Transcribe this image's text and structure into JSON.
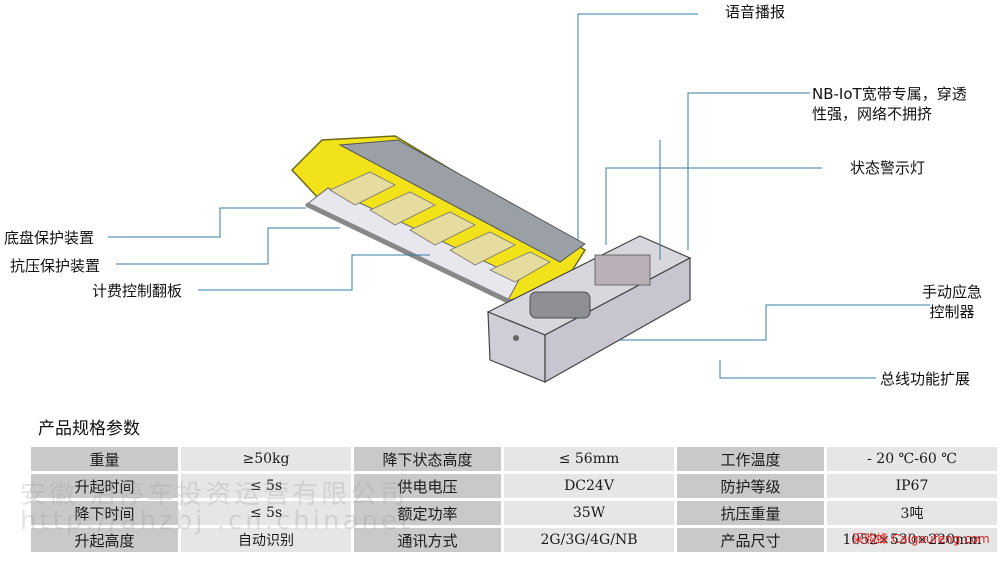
{
  "callouts": {
    "voice": "语音播报",
    "nbiot_line1": "NB-IoT宽带专属，穿透",
    "nbiot_line2": "性强，网络不拥挤",
    "status_light": "状态警示灯",
    "chassis": "底盘保护装置",
    "pressure": "抗压保护装置",
    "flap": "计费控制翻板",
    "manual_line1": "手动应急",
    "manual_line2": "控制器",
    "bus": "总线功能扩展"
  },
  "spec": {
    "title": "产品规格参数",
    "rows": [
      [
        "重量",
        "≥50kg",
        "降下状态高度",
        "≤ 56mm",
        "工作温度",
        "- 20 ℃-60 ℃"
      ],
      [
        "升起时间",
        "≤ 5s",
        "供电电压",
        "DC24V",
        "防护等级",
        "IP67"
      ],
      [
        "降下时间",
        "≤ 5s",
        "额定功率",
        "35W",
        "抗压重量",
        "3吨"
      ],
      [
        "升起高度",
        "自动识别",
        "通讯方式",
        "2G/3G/4G/NB",
        "产品尺寸",
        "1052×530×220mm"
      ]
    ]
  },
  "watermark": {
    "text1": "安徽      泊停车投资运营有限公司",
    "text2": "http://ahzbj      .cn.chinanet",
    "text3": "采购蜂 Caigoufeng.com"
  },
  "colors": {
    "accent_yellow": "#f2e21a",
    "callout_line": "#3a7ca5",
    "housing": "#d9d7de"
  }
}
